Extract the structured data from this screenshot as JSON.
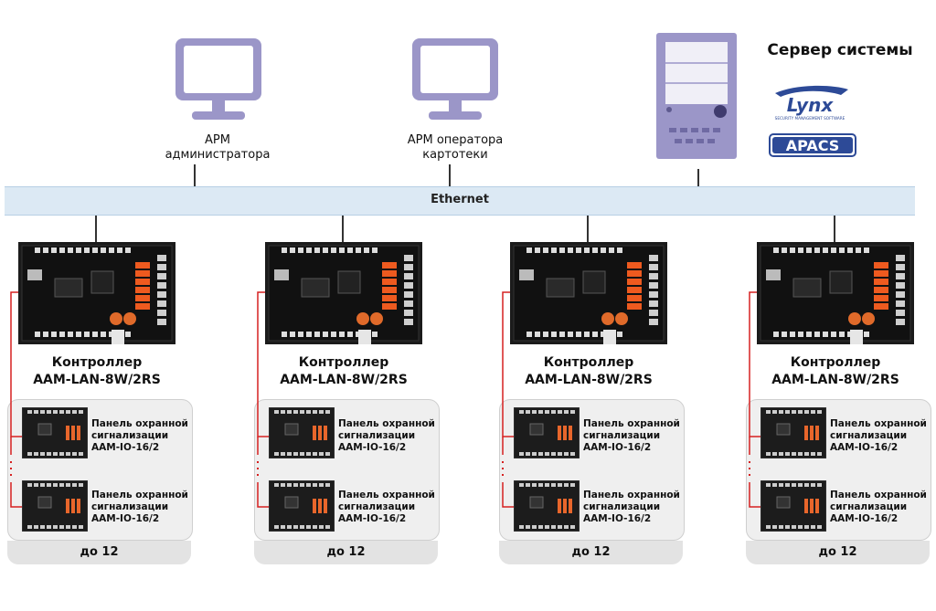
{
  "workstations": [
    {
      "label_line1": "АРМ",
      "label_line2": "администратора",
      "icon": "monitor-icon"
    },
    {
      "label_line1": "АРМ оператора",
      "label_line2": "картотеки",
      "icon": "monitor-icon"
    }
  ],
  "server": {
    "title": "Сервер системы",
    "icon": "server-tower-icon",
    "logos": [
      {
        "name": "lynx-logo",
        "text": "Lynx",
        "subtext": "SECURITY MANAGEMENT SOFTWARE"
      },
      {
        "name": "apacs-logo",
        "text": "APACS"
      }
    ]
  },
  "network": {
    "label": "Ethernet"
  },
  "controllers": [
    {
      "label_line1": "Контроллер",
      "label_line2": "AAM-LAN-8W/2RS"
    },
    {
      "label_line1": "Контроллер",
      "label_line2": "AAM-LAN-8W/2RS"
    },
    {
      "label_line1": "Контроллер",
      "label_line2": "AAM-LAN-8W/2RS"
    },
    {
      "label_line1": "Контроллер",
      "label_line2": "AAM-LAN-8W/2RS"
    }
  ],
  "panel": {
    "label_line1": "Панель охранной",
    "label_line2": "сигнализации",
    "label_line3": "AAM-IO-16/2"
  },
  "group_count_label": "до 12",
  "colors": {
    "monitor": "#9b96c8",
    "server": "#9b96c8",
    "ethernet_bar": "#dce9f4",
    "group_box": "#efefef",
    "bus_line": "#d62020",
    "connector": "#333333",
    "apacs_logo": "#2d4a97"
  }
}
